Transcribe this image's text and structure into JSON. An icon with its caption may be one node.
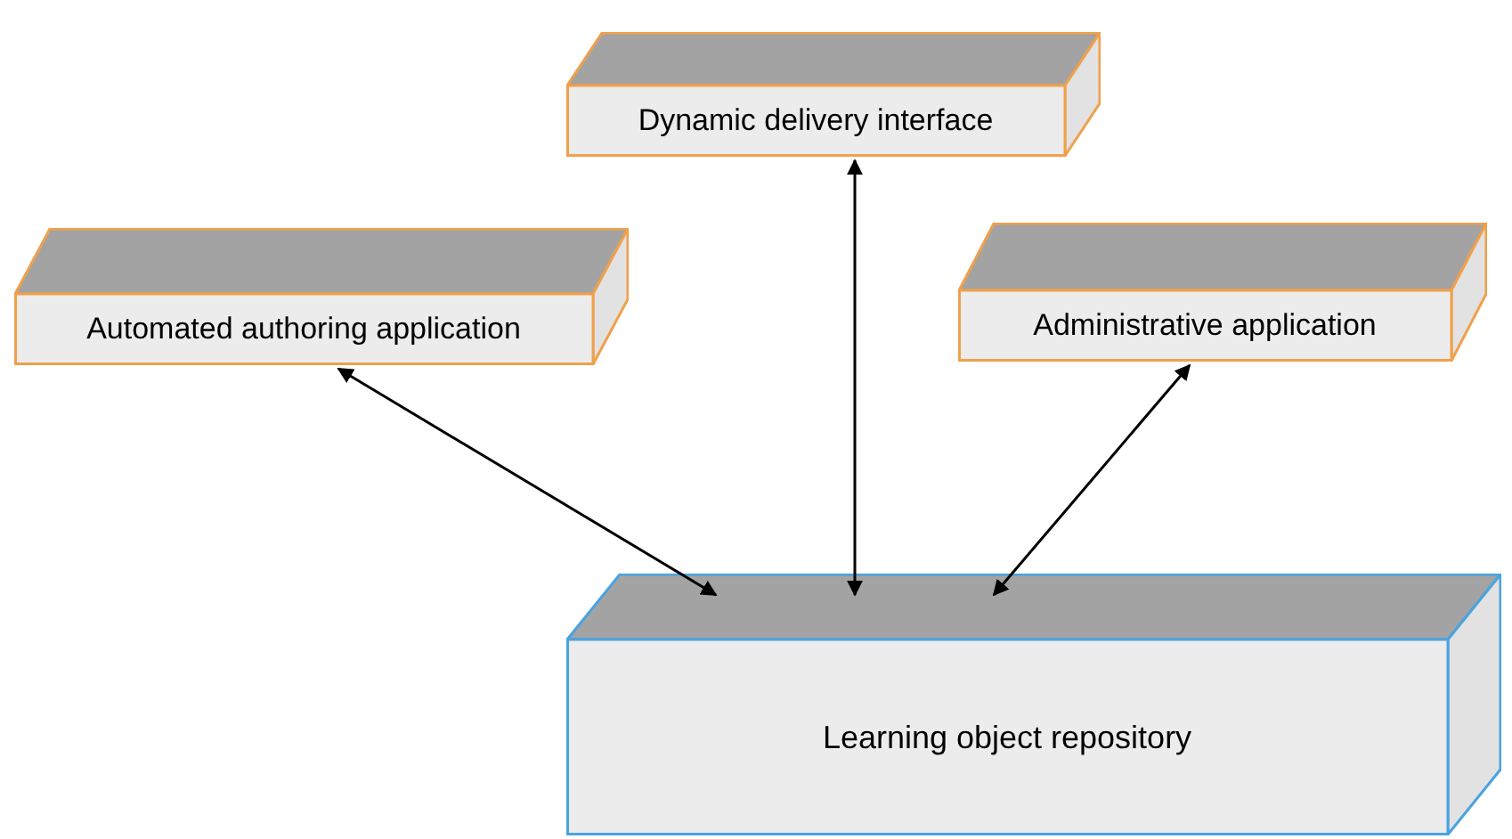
{
  "diagram": {
    "nodes": [
      {
        "text": [
          "Dynamic delivery interface"
        ]
      },
      {
        "text": [
          "Automated authoring application"
        ]
      },
      {
        "text": [
          "Administrative application"
        ]
      },
      {
        "text": [
          "Learning object repository"
        ]
      }
    ],
    "edges": [
      {
        "from": 0,
        "to": 3,
        "arrow": "both"
      },
      {
        "from": 1,
        "to": 3,
        "arrow": "both"
      },
      {
        "from": 2,
        "to": 3,
        "arrow": "both"
      }
    ]
  }
}
